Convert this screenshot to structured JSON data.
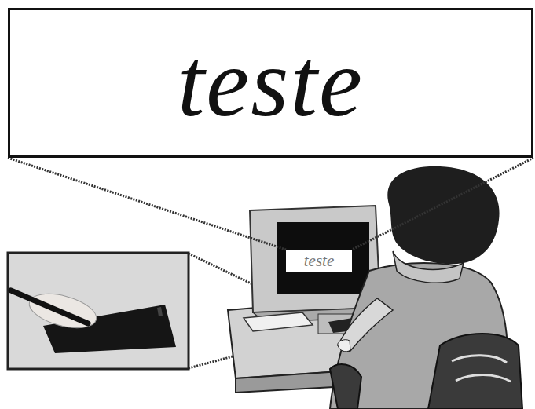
{
  "diagram": {
    "nodes": [
      {
        "text": [
          "teste"
        ]
      },
      {
        "text": [
          "teste"
        ]
      }
    ],
    "edges": [
      {
        "from": 0,
        "to": 1,
        "arrow": "none"
      },
      {
        "from": 0,
        "to": 1,
        "arrow": "none"
      }
    ]
  }
}
